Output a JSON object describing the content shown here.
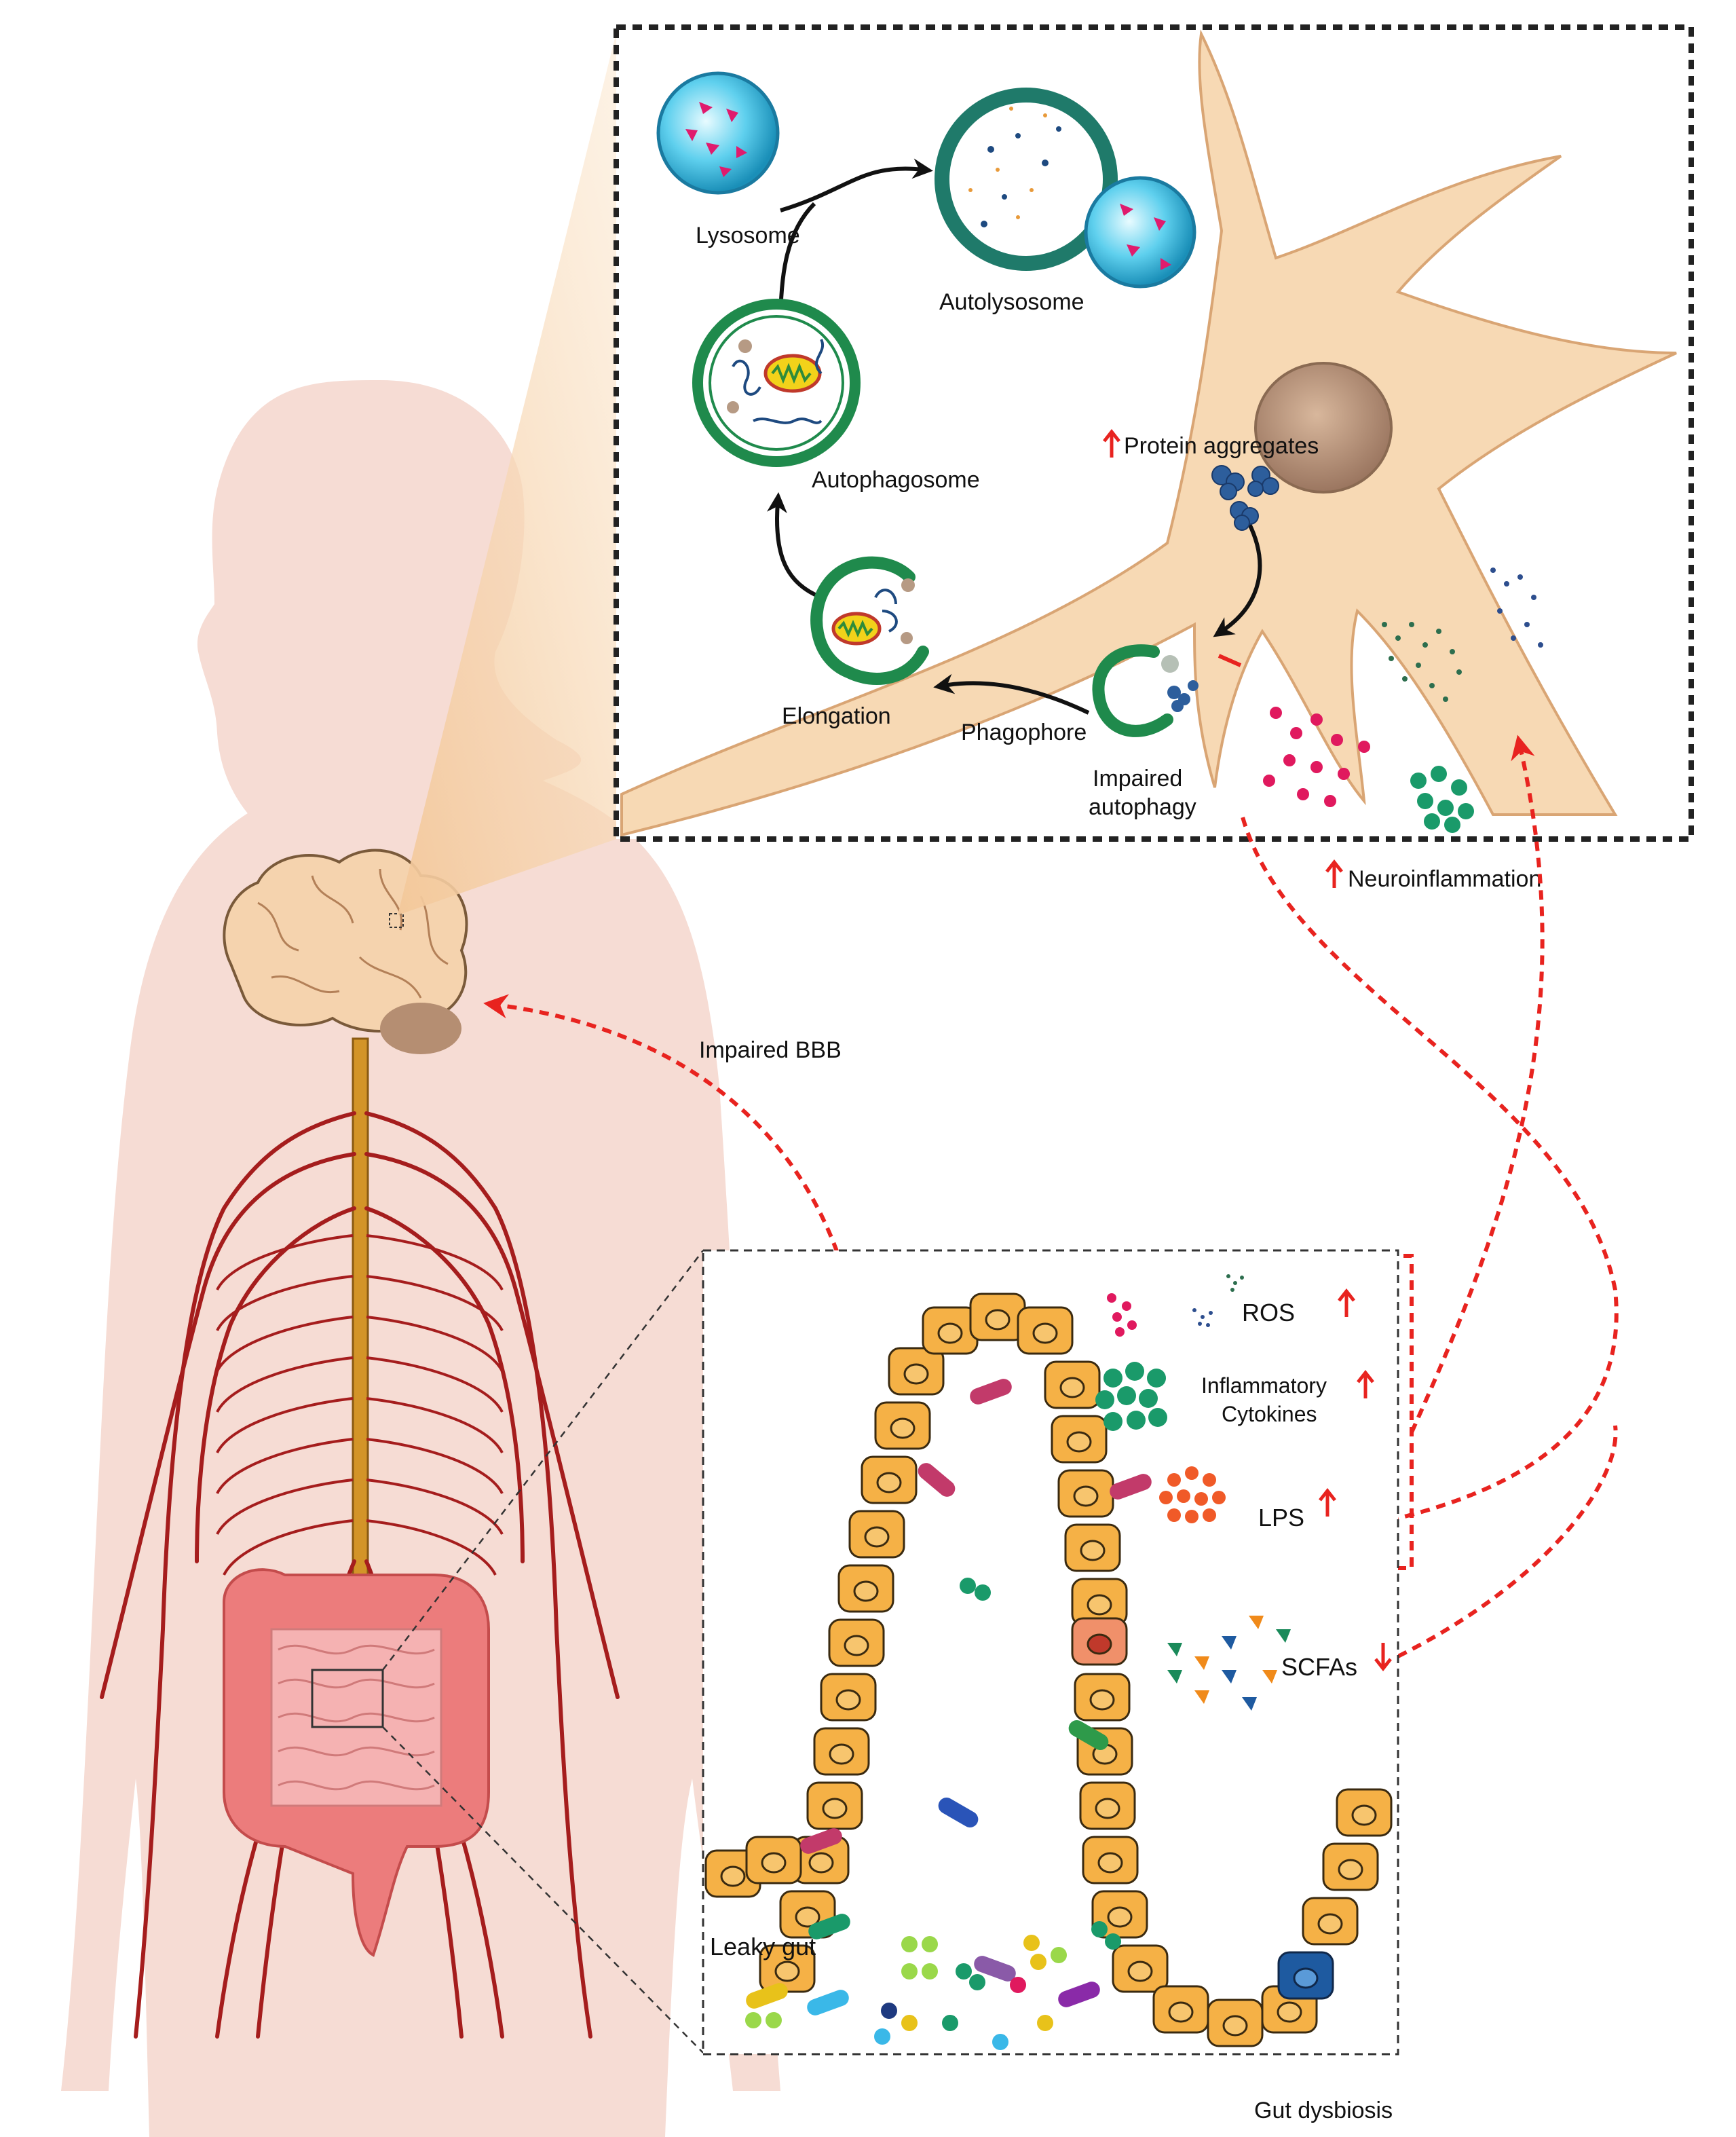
{
  "neuron_panel": {
    "lysosome": "Lysosome",
    "autolysosome": "Autolysosome",
    "autophagosome": "Autophagosome",
    "protein_aggregates": "Protein aggregates",
    "elongation": "Elongation",
    "phagophore": "Phagophore",
    "impaired_autophagy_line1": "Impaired",
    "impaired_autophagy_line2": "autophagy",
    "neuroinflammation": "Neuroinflammation"
  },
  "body": {
    "impaired_bbb": "Impaired BBB"
  },
  "gut_panel": {
    "ros": "ROS",
    "inflammatory_line1": "Inflammatory",
    "inflammatory_line2": "Cytokines",
    "lps": "LPS",
    "scfas": "SCFAs",
    "leaky_gut": "Leaky gut",
    "gut_dysbiosis": "Gut dysbiosis"
  },
  "colors": {
    "up_arrow": "#e8231f",
    "down_arrow": "#e8231f",
    "dashed_connector": "#e8231f",
    "membrane_green": "#1f8a4c",
    "neuron_fill": "#f7d9b4",
    "nerves": "#a51d1d",
    "body_silhouette": "#f4d5cc",
    "colon": "#ec7c7c"
  },
  "icons": [
    "lysosome-icon",
    "autolysosome-icon",
    "autophagosome-icon",
    "phagophore-icon",
    "mitochondrion-icon",
    "protein-aggregate-icon",
    "bacteria-icon",
    "cytokine-cluster-icon",
    "ros-particles-icon",
    "lps-particles-icon",
    "scfa-triangles-icon",
    "up-arrow-icon",
    "down-arrow-icon"
  ]
}
